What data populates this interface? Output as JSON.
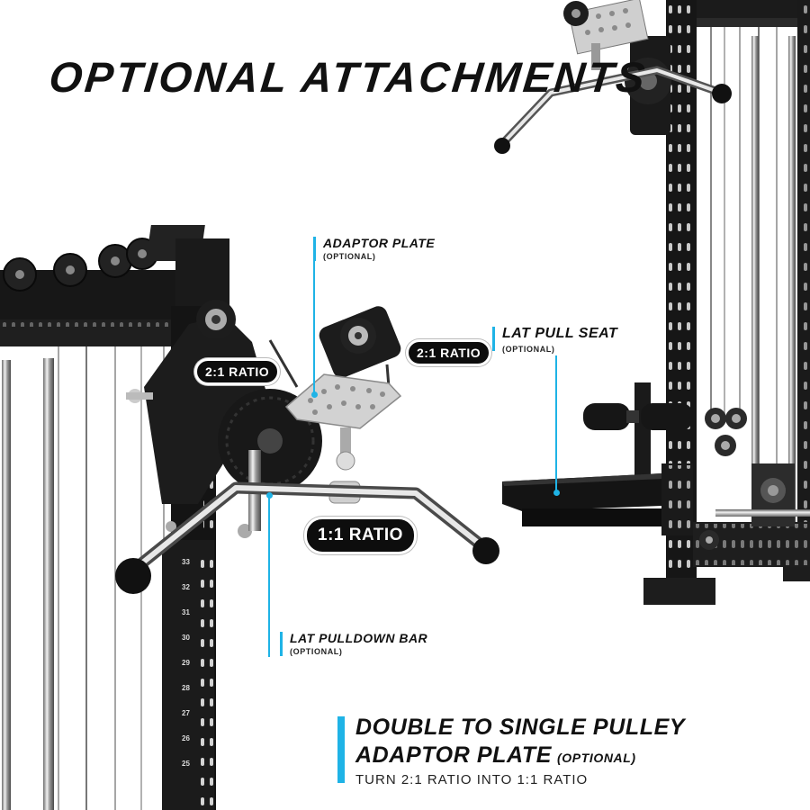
{
  "title": "OPTIONAL ATTACHMENTS",
  "callouts": {
    "adaptor_plate": {
      "name": "ADAPTOR PLATE",
      "sub": "(OPTIONAL)"
    },
    "lat_pull_seat": {
      "name": "LAT PULL SEAT",
      "sub": "(OPTIONAL)"
    },
    "lat_pulldown_bar": {
      "name": "LAT PULLDOWN BAR",
      "sub": "(OPTIONAL)"
    }
  },
  "ratios": {
    "left": "2:1 RATIO",
    "right": "2:1 RATIO",
    "single": "1:1 RATIO"
  },
  "bottom": {
    "line1": "DOUBLE TO SINGLE PULLEY",
    "line2": "ADAPTOR PLATE",
    "line2_tag": "(OPTIONAL)",
    "line3": "TURN 2:1 RATIO INTO 1:1 RATIO"
  },
  "upright_numbers": [
    "33",
    "32",
    "31",
    "30",
    "29",
    "28",
    "27",
    "26",
    "25"
  ],
  "colors": {
    "accent": "#1fb3e6",
    "text": "#111111",
    "pill": "#0d0d0d"
  },
  "icons": [
    "pulley-icon",
    "handle-icon"
  ]
}
